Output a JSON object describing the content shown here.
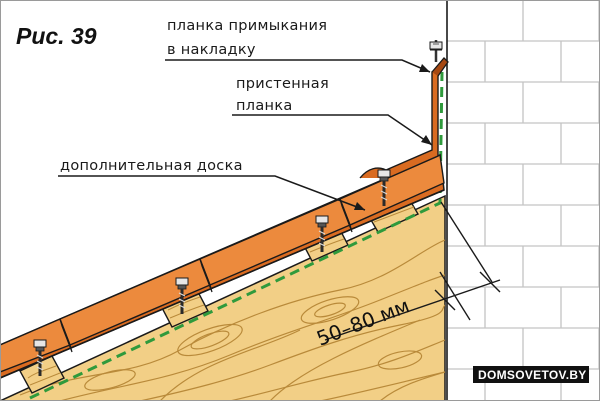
{
  "figure_label": "Рис. 39",
  "labels": {
    "flashing_line1": "планка примыкания",
    "flashing_line2": "в накладку",
    "wall_strip_line1": "пристенная",
    "wall_strip_line2": "планка",
    "extra_board": "дополнительная доска"
  },
  "dimension": "50–80 мм",
  "watermark": "DOMSOVETOV.BY",
  "colors": {
    "roof_sheet": "#d96b21",
    "roof_sheet_dark": "#a64812",
    "wood": "#f1cf86",
    "wood_grain": "#b98a3a",
    "brick_mortar": "#c8c8c8",
    "membrane_line": "#2f9a3c",
    "outline": "#1a1a1a"
  }
}
